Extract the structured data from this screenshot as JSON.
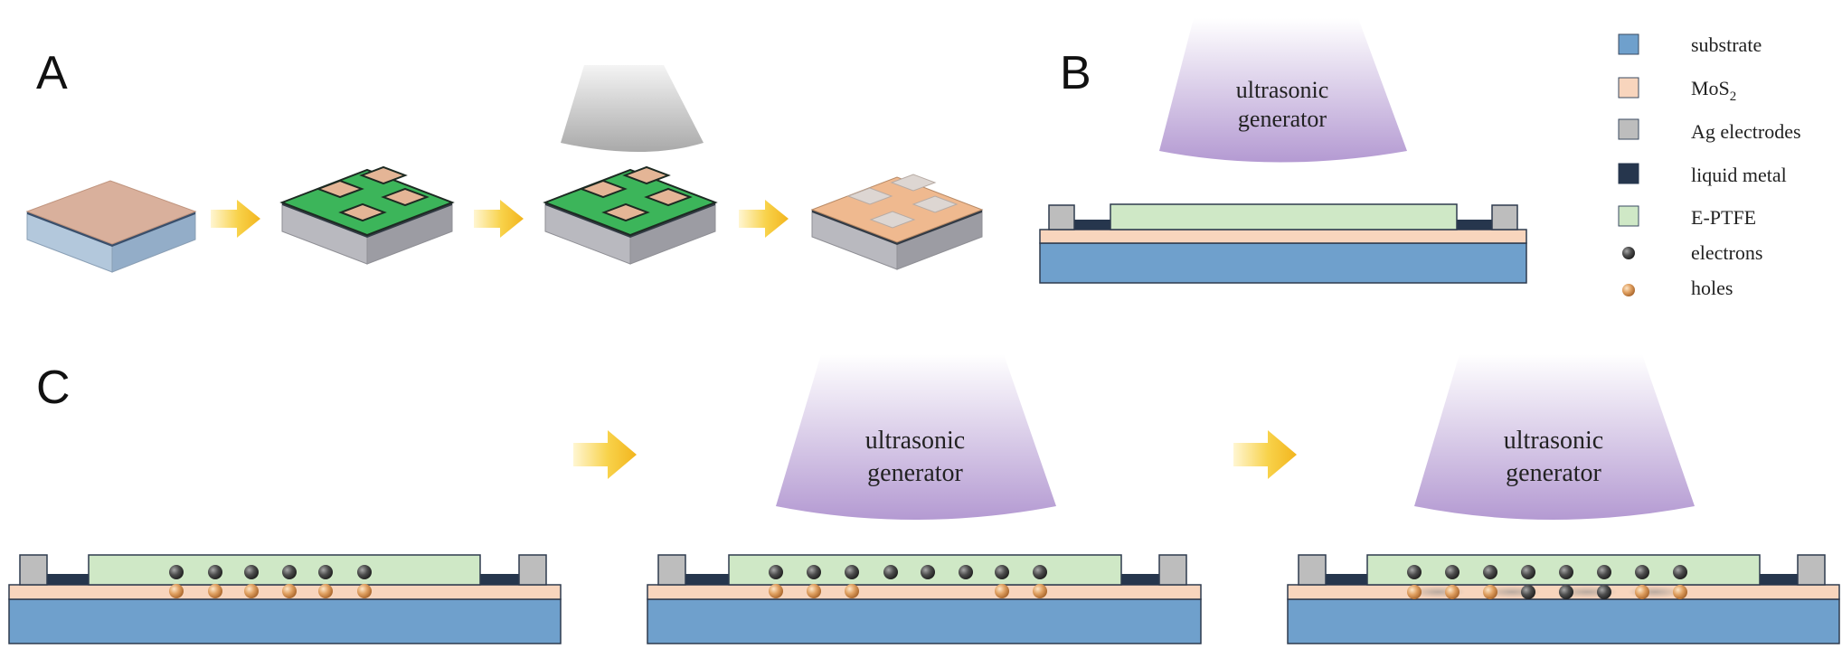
{
  "panels": {
    "a": "A",
    "b": "B",
    "c": "C"
  },
  "generator": {
    "line1": "ultrasonic",
    "line2": "generator"
  },
  "legend": [
    {
      "label": "substrate",
      "swatch": "square",
      "color": "#6fa0cc"
    },
    {
      "label": "MoS",
      "subscript": "2",
      "swatch": "square",
      "color": "#f8d5bd"
    },
    {
      "label": "Ag electrodes",
      "swatch": "square",
      "color": "#bdbdbd"
    },
    {
      "label": "liquid metal",
      "swatch": "square",
      "color": "#26364d"
    },
    {
      "label": "E-PTFE",
      "swatch": "square",
      "color": "#cfe8c6"
    },
    {
      "label": "electrons",
      "swatch": "dot",
      "color": "#505050"
    },
    {
      "label": "holes",
      "swatch": "dot",
      "color": "#d8965a"
    }
  ],
  "colors": {
    "substrate": "#6fa0cc",
    "mos2": "#f8d5bd",
    "electrode": "#bdbdbd",
    "liquid_metal": "#26364d",
    "eptfe": "#cfe8c6",
    "mask_green": "#3cb55a",
    "arrow": "#f6c33a",
    "generator_purple": "#b49ad2"
  },
  "icons": [
    "arrow-right-icon",
    "ultrasonic-generator-icon",
    "electron-dot-icon",
    "hole-dot-icon"
  ]
}
